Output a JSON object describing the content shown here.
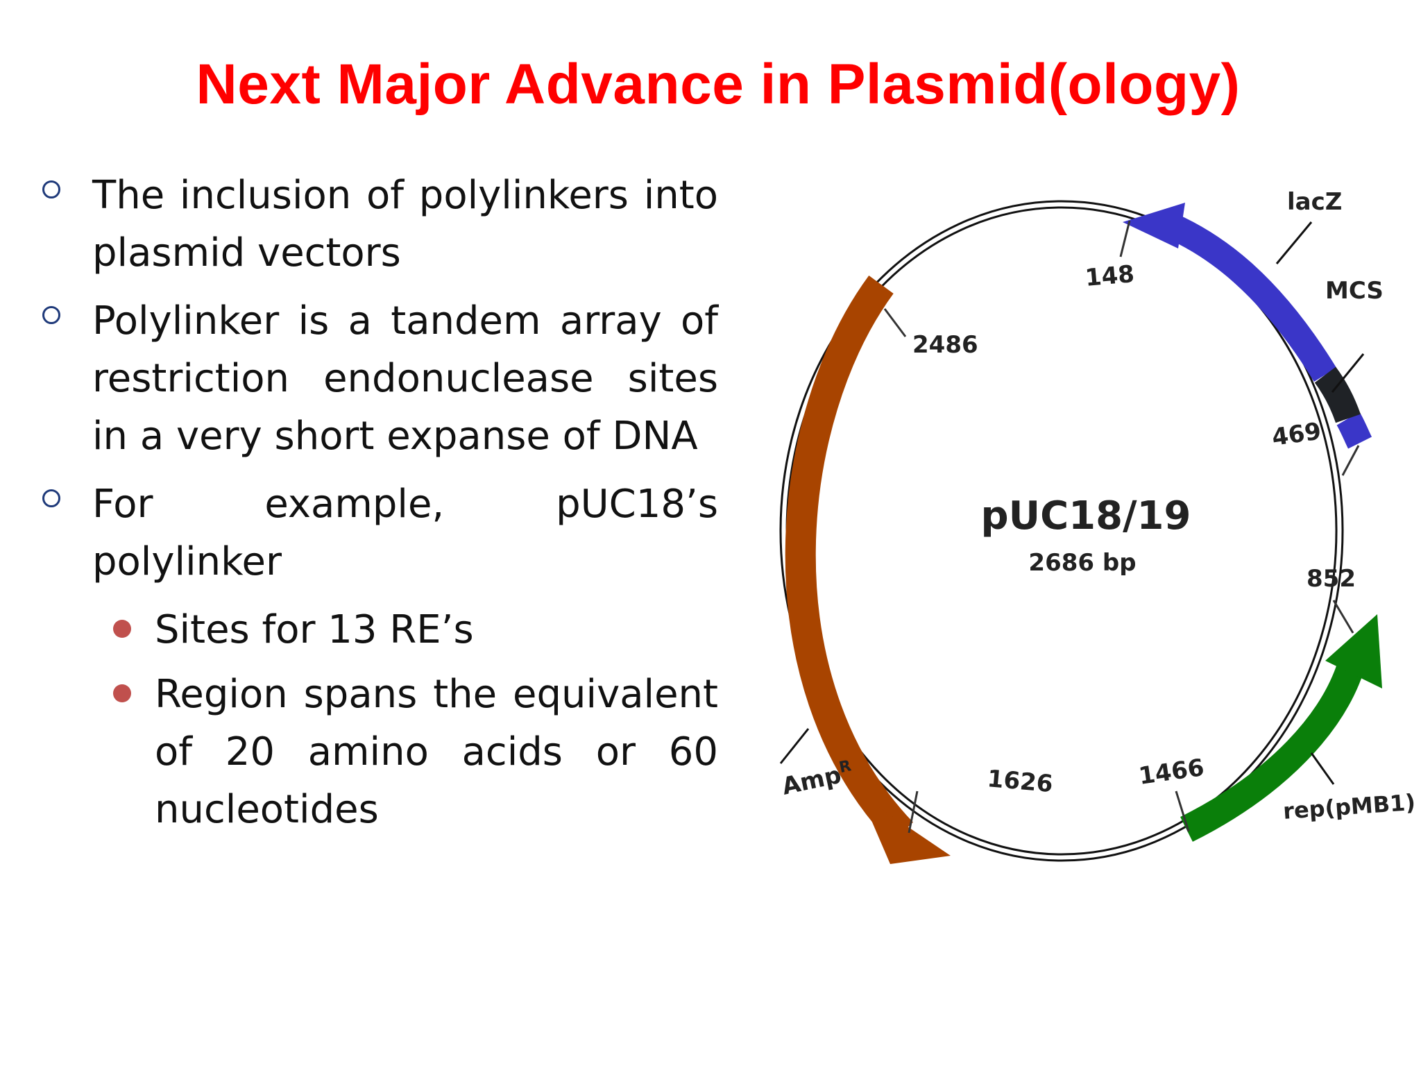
{
  "slide": {
    "title": "Next Major Advance in Plasmid(ology)",
    "bullets": [
      {
        "text": "The inclusion of polylinkers into plasmid vectors"
      },
      {
        "text": "Polylinker is a tandem array of restriction endonuclease sites in a very short expanse of DNA"
      },
      {
        "text": "For example, pUC18’s polylinker"
      }
    ],
    "sub_bullets": [
      {
        "text": "Sites for 13 RE’s"
      },
      {
        "text": "Region spans the equivalent of 20 amino acids or 60 nucleotides"
      }
    ]
  },
  "plasmid": {
    "name": "pUC18/19",
    "size": "2686 bp",
    "features": {
      "lacZ": {
        "label": "lacZ",
        "color": "#3a36c8"
      },
      "mcs": {
        "label": "MCS",
        "color": "#1f2226"
      },
      "ampR": {
        "label": "Amp",
        "superscript": "R",
        "color": "#a84400"
      },
      "rep": {
        "label": "rep(pMB1)",
        "color": "#0a7f0a"
      }
    },
    "positions": [
      "148",
      "2486",
      "469",
      "852",
      "1626",
      "1466"
    ]
  }
}
